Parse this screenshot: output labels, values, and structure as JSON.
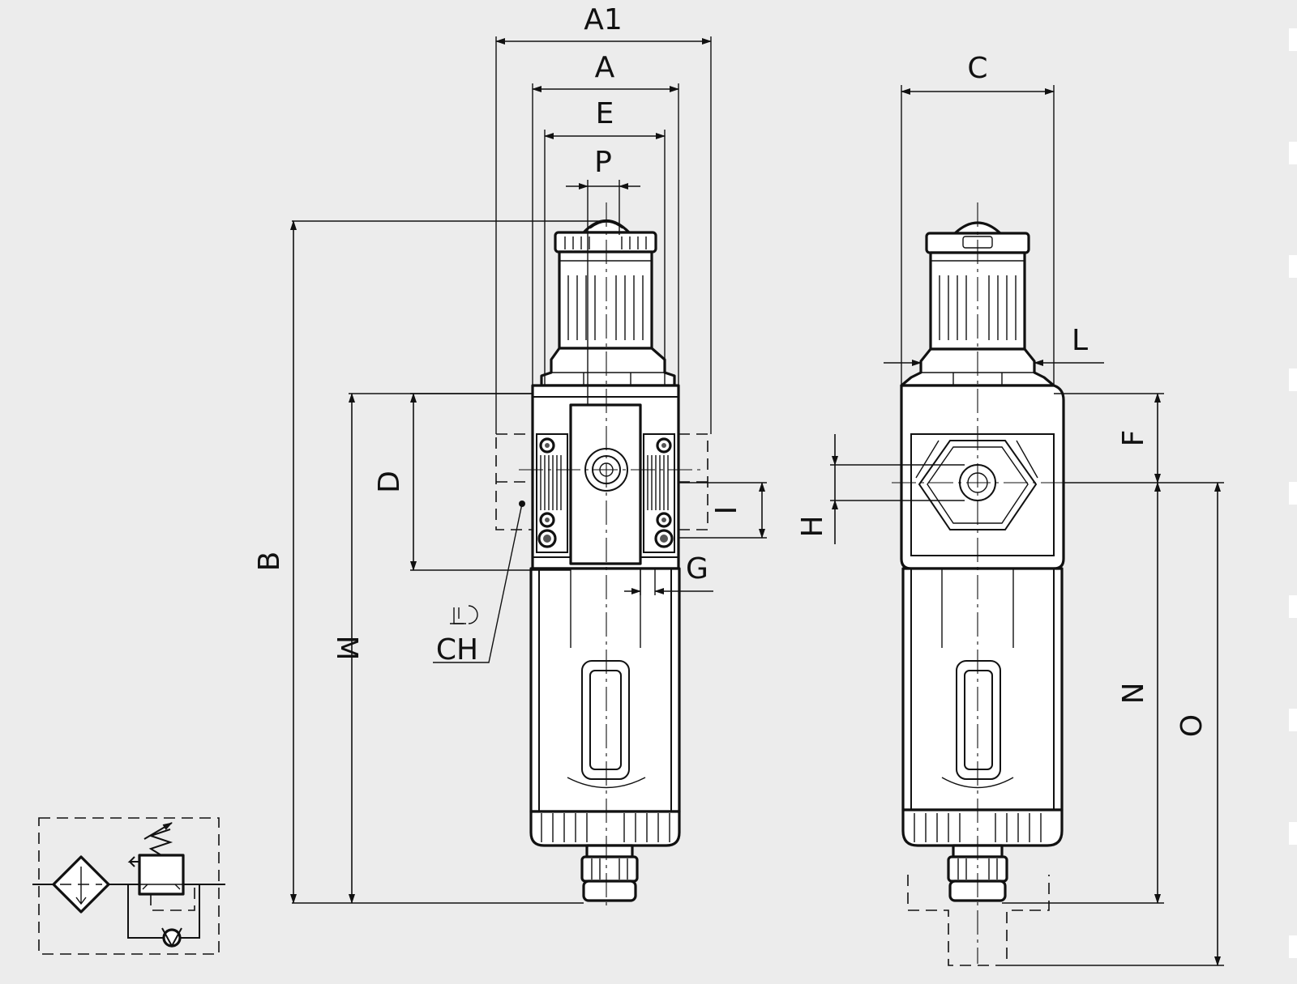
{
  "drawing": {
    "dimension_labels": {
      "A1": "A1",
      "A": "A",
      "E": "E",
      "P": "P",
      "B": "B",
      "D": "D",
      "M": "M",
      "I": "I",
      "G": "G",
      "CH": "CH",
      "C": "C",
      "L": "L",
      "F": "F",
      "H": "H",
      "N": "N",
      "O": "O"
    },
    "views": [
      "front-view",
      "side-view"
    ],
    "symbol": "filter-regulator-schematic-symbol"
  },
  "colors": {
    "background": "#ececec",
    "line": "#111111",
    "body_fill": "#ffffff"
  }
}
